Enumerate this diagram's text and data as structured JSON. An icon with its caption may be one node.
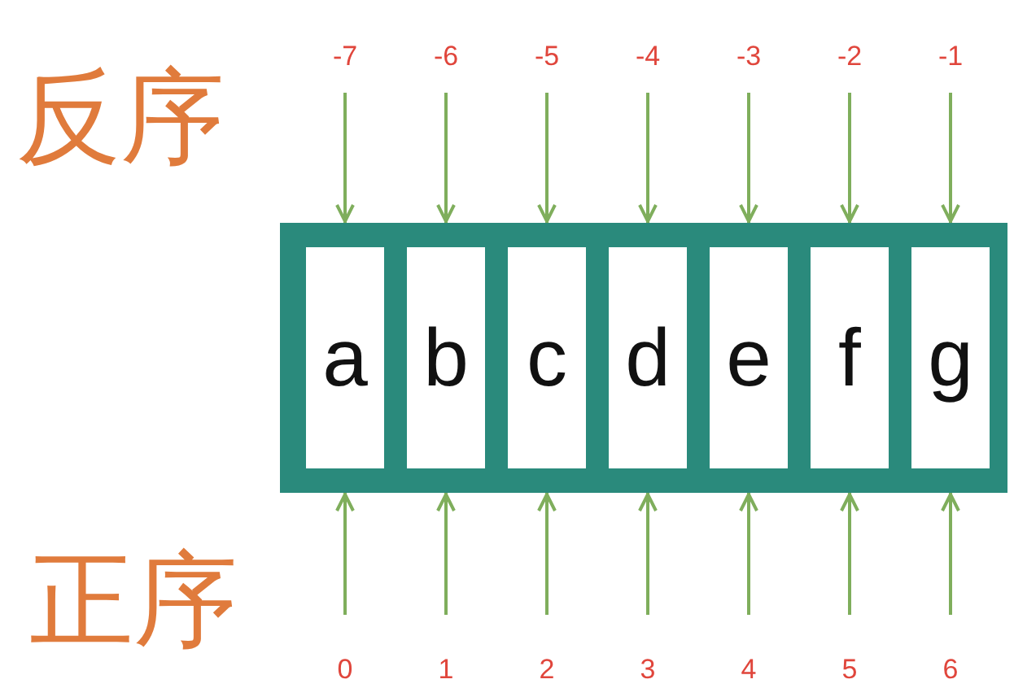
{
  "diagram": {
    "nodes": [
      {
        "text": [],
        "shape": "box"
      },
      {
        "text": [
          "a"
        ],
        "in": 0
      },
      {
        "text": [
          "b"
        ],
        "in": 0
      },
      {
        "text": [
          "c"
        ],
        "in": 0
      },
      {
        "text": [
          "d"
        ],
        "in": 0
      },
      {
        "text": [
          "e"
        ],
        "in": 0
      },
      {
        "text": [
          "f"
        ],
        "in": 0
      },
      {
        "text": [
          "g"
        ],
        "in": 0
      },
      {
        "text": [
          "-7"
        ]
      },
      {
        "text": [
          "-6"
        ]
      },
      {
        "text": [
          "-5"
        ]
      },
      {
        "text": [
          "-4"
        ]
      },
      {
        "text": [
          "-3"
        ]
      },
      {
        "text": [
          "-2"
        ]
      },
      {
        "text": [
          "-1"
        ]
      },
      {
        "text": [
          "0"
        ]
      },
      {
        "text": [
          "1"
        ]
      },
      {
        "text": [
          "2"
        ]
      },
      {
        "text": [
          "3"
        ]
      },
      {
        "text": [
          "4"
        ]
      },
      {
        "text": [
          "5"
        ]
      },
      {
        "text": [
          "6"
        ]
      }
    ],
    "edges": [
      {
        "from": 8,
        "to": 1,
        "arrow": "to"
      },
      {
        "from": 9,
        "to": 2,
        "arrow": "to"
      },
      {
        "from": 10,
        "to": 3,
        "arrow": "to"
      },
      {
        "from": 11,
        "to": 4,
        "arrow": "to"
      },
      {
        "from": 12,
        "to": 5,
        "arrow": "to"
      },
      {
        "from": 13,
        "to": 6,
        "arrow": "to"
      },
      {
        "from": 14,
        "to": 7,
        "arrow": "to"
      },
      {
        "from": 15,
        "to": 1,
        "arrow": "to"
      },
      {
        "from": 16,
        "to": 2,
        "arrow": "to"
      },
      {
        "from": 17,
        "to": 3,
        "arrow": "to"
      },
      {
        "from": 18,
        "to": 4,
        "arrow": "to"
      },
      {
        "from": 19,
        "to": 5,
        "arrow": "to"
      },
      {
        "from": 20,
        "to": 6,
        "arrow": "to"
      },
      {
        "from": 21,
        "to": 7,
        "arrow": "to"
      }
    ],
    "labels": [
      "反序",
      "正序"
    ]
  }
}
